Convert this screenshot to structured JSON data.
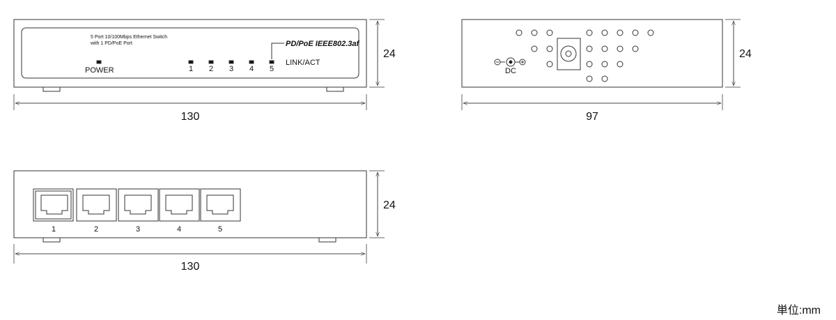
{
  "front": {
    "description_lines": [
      "5 Port 10/100Mbps Ethernet Switch",
      "with 1 PD/PoE Port"
    ],
    "power_label": "POWER",
    "port_numbers": [
      "1",
      "2",
      "3",
      "4",
      "5"
    ],
    "poe_label": "PD/PoE IEEE802.3af",
    "link_label": "LINK/ACT",
    "width_dim": "130",
    "height_dim": "24"
  },
  "side": {
    "dc_label": "DC",
    "width_dim": "97",
    "height_dim": "24"
  },
  "rear": {
    "port_numbers": [
      "1",
      "2",
      "3",
      "4",
      "5"
    ],
    "width_dim": "130",
    "height_dim": "24"
  },
  "unit_label": "単位:mm"
}
